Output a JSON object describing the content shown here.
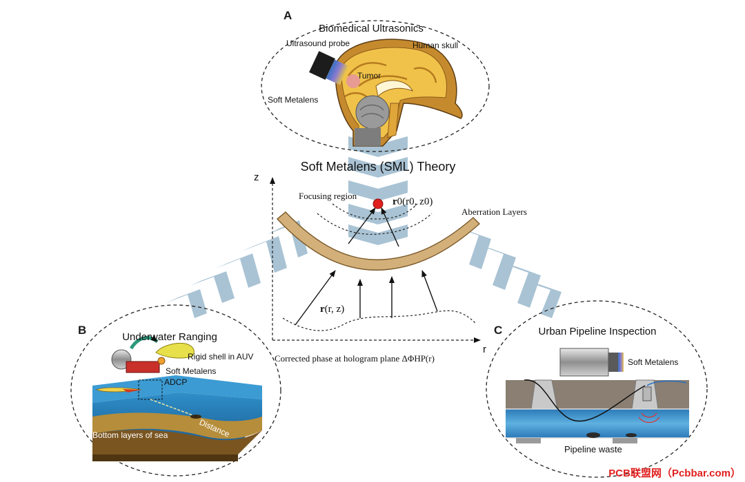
{
  "center": {
    "title": "Soft Metalens (SML) Theory",
    "axis_z": "z",
    "axis_r": "r",
    "focusing_region": "Focusing region",
    "r0_bold": "r",
    "r0_rest": "0(r0, z0)",
    "aberration_layers": "Aberration Layers",
    "r_bold": "r",
    "r_rest": "(r, z)",
    "corrected_phase": "Corrected phase at hologram plane ΔΦHP(r)"
  },
  "panel_a": {
    "letter": "A",
    "title": "Biomedical Ultrasonics",
    "ultrasound_probe": "Ultrasound probe",
    "human_skull": "Human skull",
    "tumor": "Tumor",
    "soft_metalens": "Soft Metalens"
  },
  "panel_b": {
    "letter": "B",
    "title": "Underwater Ranging",
    "rigid_shell": "Rigid shell in AUV",
    "soft_metalens": "Soft Metalens",
    "adcp": "ADCP",
    "distance": "Distance",
    "bottom_layers": "Bottom layers of sea"
  },
  "panel_c": {
    "letter": "C",
    "title": "Urban Pipeline Inspection",
    "soft_metalens": "Soft Metalens",
    "pipeline_waste": "Pipeline waste"
  },
  "watermark": "PCB联盟网（Pcbbar.com）",
  "colors": {
    "chevron": "#a9c3d4",
    "lens": "#d3b07a",
    "focus_point": "#e0201e",
    "watermark": "#e0201e"
  }
}
